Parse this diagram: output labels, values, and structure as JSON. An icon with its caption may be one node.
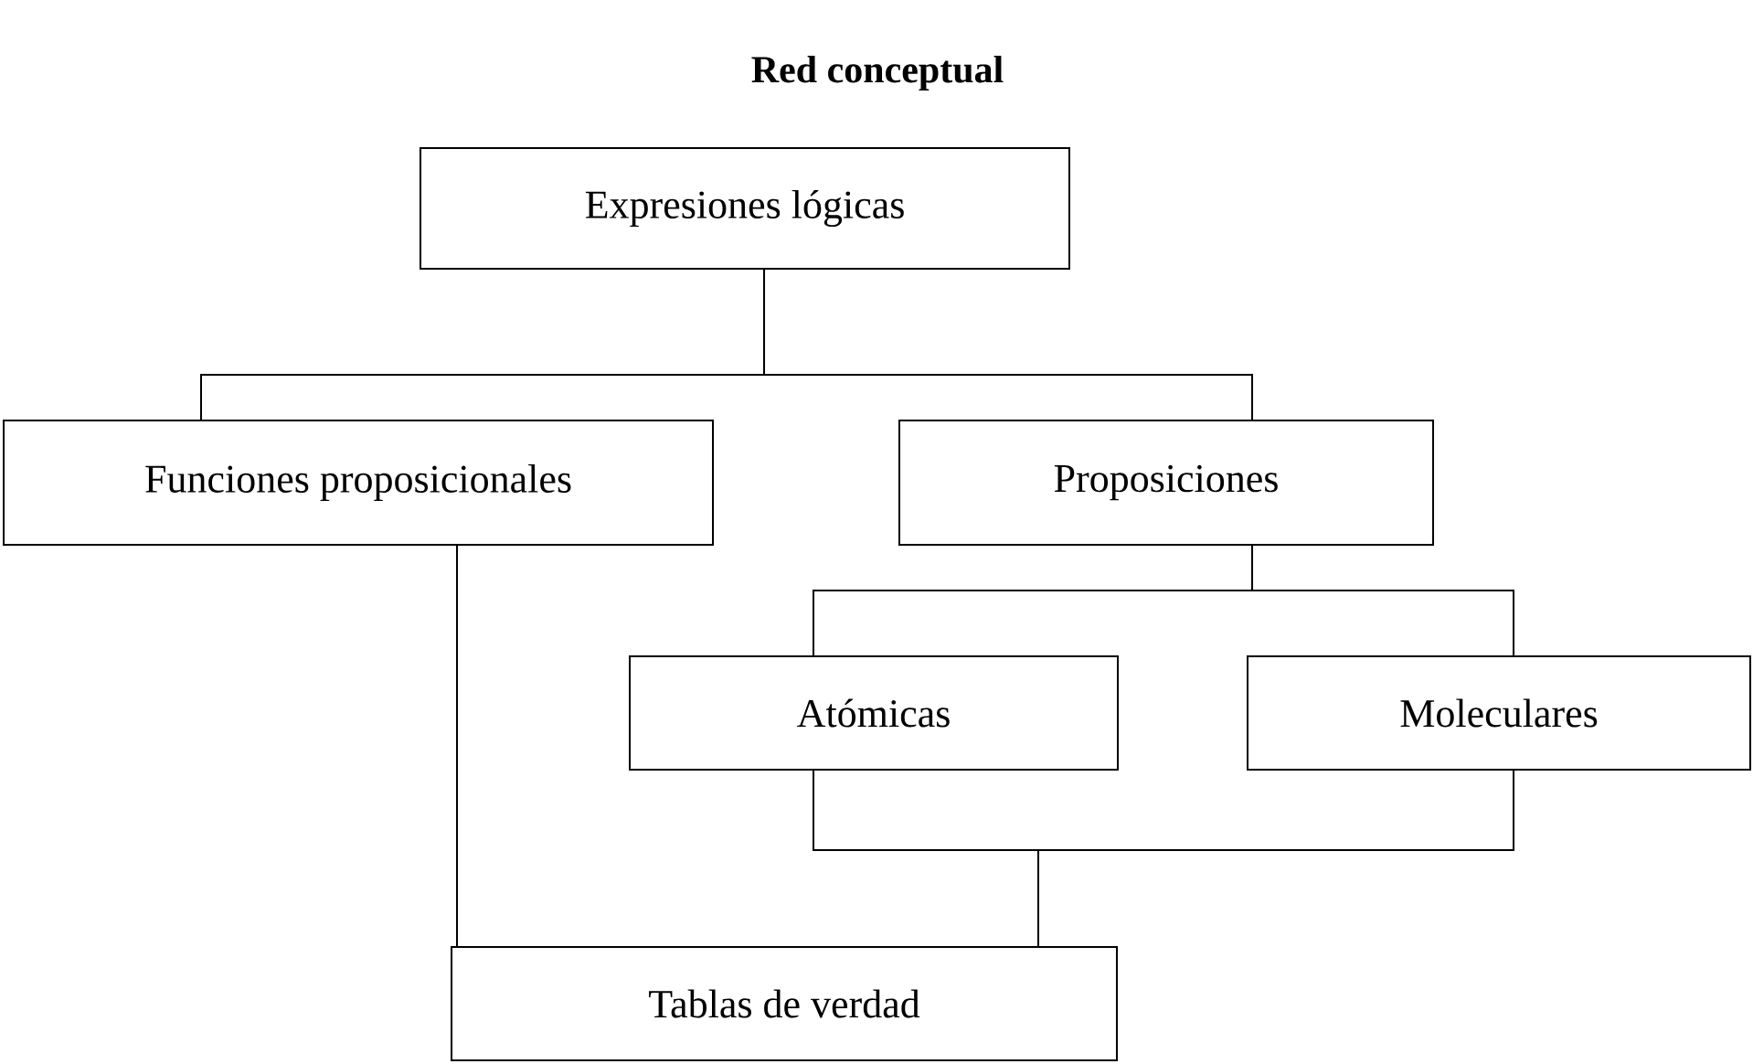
{
  "diagram": {
    "title": "Red conceptual",
    "nodes": [
      {
        "text": [
          "Expresiones lógicas"
        ]
      },
      {
        "text": [
          "Funciones proposicionales"
        ]
      },
      {
        "text": [
          "Proposiciones"
        ]
      },
      {
        "text": [
          "Atómicas"
        ]
      },
      {
        "text": [
          "Moleculares"
        ]
      },
      {
        "text": [
          "Tablas de verdad"
        ]
      }
    ],
    "edges": [
      {
        "from": 0,
        "to": 1,
        "arrow": "none"
      },
      {
        "from": 0,
        "to": 2,
        "arrow": "none"
      },
      {
        "from": 1,
        "to": 5,
        "arrow": "none"
      },
      {
        "from": 2,
        "to": 3,
        "arrow": "none"
      },
      {
        "from": 2,
        "to": 4,
        "arrow": "none"
      },
      {
        "from": 3,
        "to": 5,
        "arrow": "none"
      },
      {
        "from": 4,
        "to": 5,
        "arrow": "none"
      }
    ]
  }
}
